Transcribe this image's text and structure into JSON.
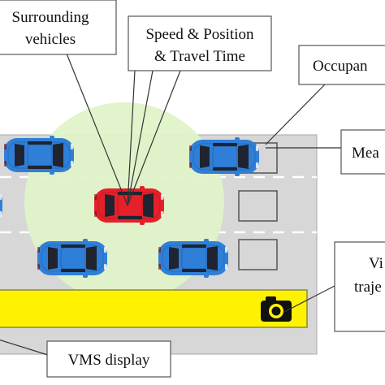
{
  "labels": {
    "surrounding_line1": "Surrounding",
    "surrounding_line2": "vehicles",
    "speed_line1": "Speed & Position",
    "speed_line2": "& Travel Time",
    "occupancy": "Occupan",
    "measure": "Mea",
    "video_line1": "Vi",
    "video_line2": "traje",
    "vms": "VMS display"
  },
  "colors": {
    "road": "#d7d7d7",
    "lane_marking": "#ffffff",
    "detection_zone": "#dff3c9",
    "ego_car": "#e5202a",
    "other_car": "#2f7fd8",
    "vms_bar": "#fff200",
    "camera": "#111111",
    "leader_line": "#333333"
  },
  "icons": [
    "camera-icon"
  ]
}
